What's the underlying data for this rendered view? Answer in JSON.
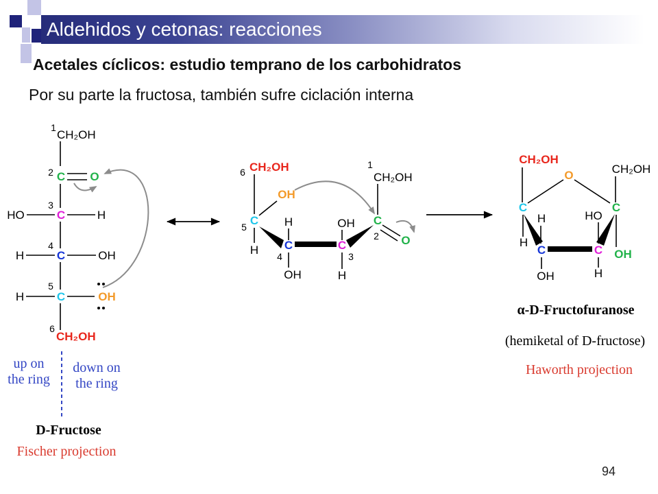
{
  "slide": {
    "title": "Aldehidos y cetonas: reacciones",
    "subtitle": "Acetales cíclicos: estudio temprano de los carbohidratos",
    "body": "Por su parte la fructosa, también sufre ciclación interna",
    "page_number": "94"
  },
  "colors": {
    "title_bar_start": "#262c7a",
    "title_bar_end": "#ffffff",
    "square_dark": "#1f237a",
    "square_light": "#c3c4e6",
    "atom_green": "#21b24a",
    "atom_magenta": "#e01fd8",
    "atom_blue": "#1636d8",
    "atom_cyan": "#1fc6ea",
    "atom_orange": "#f39a2a",
    "atom_red": "#e8261c",
    "label_blue": "#3346c4",
    "label_red": "#d93a2e",
    "arrow_gray": "#8c8c8c"
  },
  "fischer": {
    "carbon_numbers": [
      "1",
      "2",
      "3",
      "4",
      "5",
      "6"
    ],
    "c1": "CH₂OH",
    "c2": {
      "atom": "C",
      "oxygen": "O"
    },
    "c3": {
      "left": "HO",
      "atom": "C",
      "right": "H"
    },
    "c4": {
      "left": "H",
      "atom": "C",
      "right": "OH"
    },
    "c5": {
      "left": "H",
      "atom": "C",
      "right": "OH"
    },
    "c6": "CH₂OH",
    "up_label": [
      "up on",
      "the ring"
    ],
    "down_label": [
      "down on",
      "the ring"
    ],
    "name": "D-Fructose",
    "projection": "Fischer projection"
  },
  "open_chain": {
    "c6": {
      "number": "6",
      "group": "CH₂OH"
    },
    "c5": {
      "number": "5",
      "atom": "C",
      "hydroxyl": "OH",
      "h": "H"
    },
    "c4": {
      "number": "4",
      "atom": "C",
      "up": "H",
      "down": "OH"
    },
    "c3": {
      "number": "3",
      "atom": "C",
      "up": "OH",
      "down": "H"
    },
    "c2": {
      "number": "2",
      "atom": "C",
      "oxygen": "O"
    },
    "c1": {
      "number": "1",
      "group": "CH₂OH"
    }
  },
  "haworth": {
    "c6_group": "CH₂OH",
    "ring_oxygen": "O",
    "c1_group": "CH₂OH",
    "c5": {
      "atom": "C",
      "down": "H"
    },
    "c4": {
      "atom": "C",
      "up": "H",
      "down": "OH"
    },
    "c3": {
      "atom": "C",
      "up": "HO",
      "down": "H"
    },
    "c2": {
      "atom": "C",
      "down": "OH"
    },
    "name": "α-D-Fructofuranose",
    "description": "(hemiketal of D-fructose)",
    "projection": "Haworth projection"
  }
}
